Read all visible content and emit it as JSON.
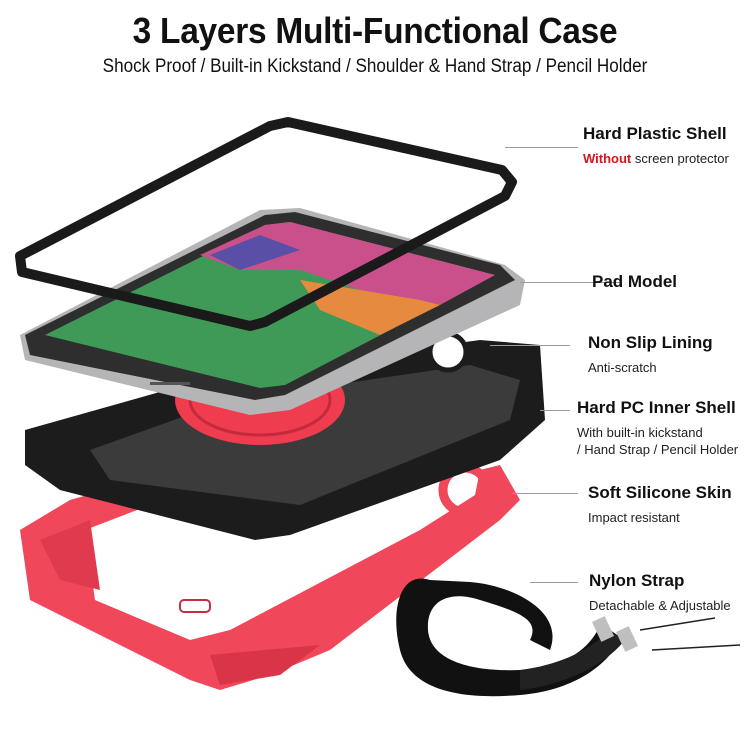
{
  "header": {
    "title": "3 Layers Multi-Functional Case",
    "subtitle": "Shock Proof / Built-in Kickstand / Shoulder & Hand Strap / Pencil Holder"
  },
  "labels": [
    {
      "title": "Hard Plastic Shell",
      "desc_highlight": "Without",
      "desc": " screen protector",
      "highlight_color": "#d7141b"
    },
    {
      "title": "Pad Model"
    },
    {
      "title": "Non Slip Lining",
      "desc": "Anti-scratch"
    },
    {
      "title": "Hard PC Inner Shell",
      "desc_line1": "With built-in kickstand",
      "desc_line2": "/ Hand Strap / Pencil Holder"
    },
    {
      "title": "Soft Silicone Skin",
      "desc": "Impact resistant"
    },
    {
      "title": "Nylon Strap",
      "desc": "Detachable & Adjustable"
    }
  ],
  "colors": {
    "frame": "#1c1c1c",
    "silicone": "#f0475a",
    "screen_green": "#3f9a57",
    "screen_pink": "#c9508a",
    "tablet_body": "#a9a9ab",
    "strap": "#111111"
  }
}
